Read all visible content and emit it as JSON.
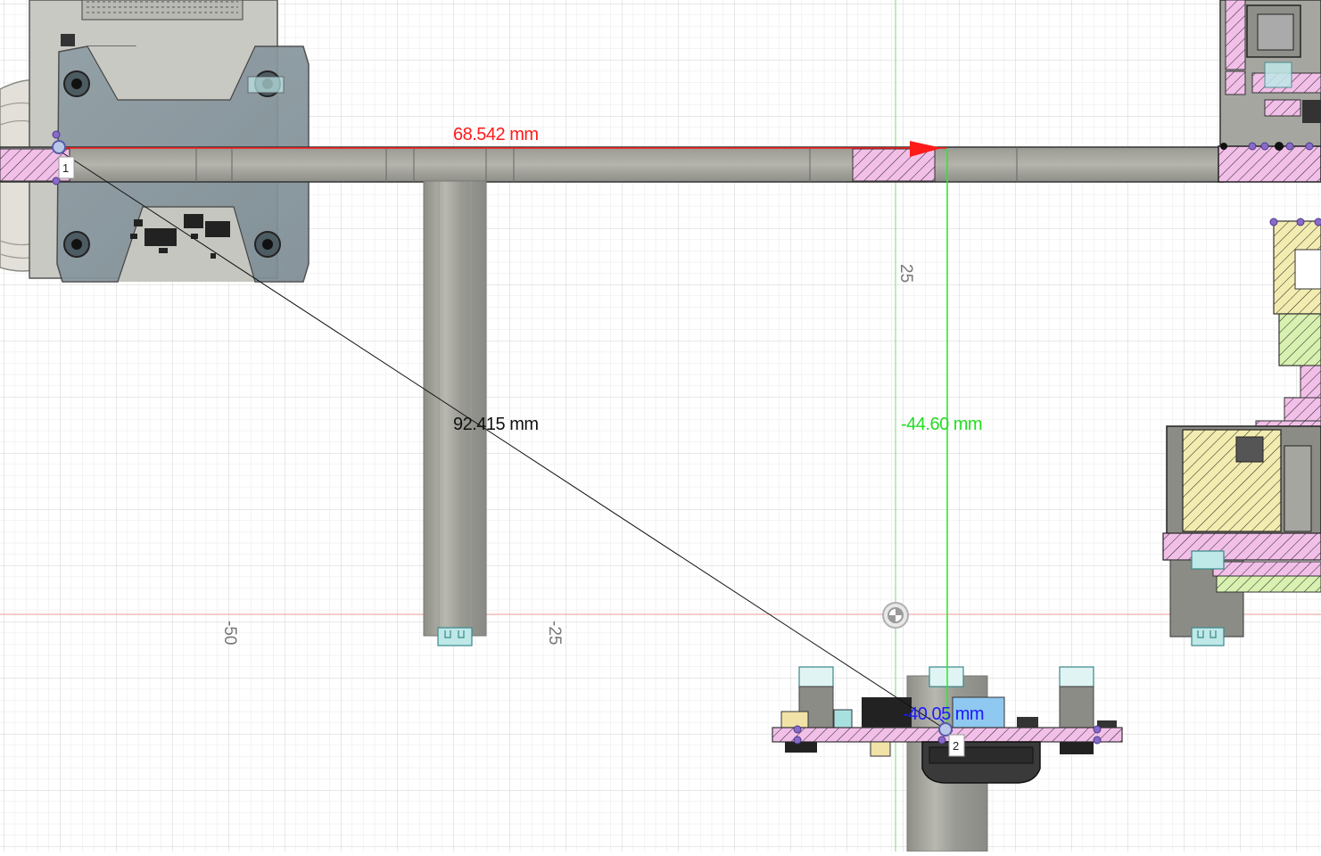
{
  "viewport": {
    "name": "CAD measurement viewport",
    "colors": {
      "background": "#ffffff",
      "grid_minor": "#e7e7e7",
      "grid_major": "#d3d3d3",
      "x_axis": "#ee8888",
      "y_axis": "#66dd66",
      "part_gray": "#a8a8a0",
      "part_dark": "#6d6d68",
      "section_pink": "#f2bfe8",
      "section_hatch": "#111111",
      "measure_red": "#ff1a1a",
      "measure_green": "#22ee22",
      "measure_blue": "#1a1aff",
      "measure_black": "#111111",
      "point_purple": "#8a6ac8"
    }
  },
  "measurements": {
    "dx": "68.542 mm",
    "total": "92.415 mm",
    "dy": "-44.60 mm",
    "dz": "-40.05 mm"
  },
  "ruler": {
    "x_tick_neg50": "-50",
    "x_tick_neg25": "-25",
    "y_tick_25": "25"
  },
  "points": {
    "p1": "1",
    "p2": "2"
  },
  "icons": {
    "origin": "origin-marker-icon"
  }
}
